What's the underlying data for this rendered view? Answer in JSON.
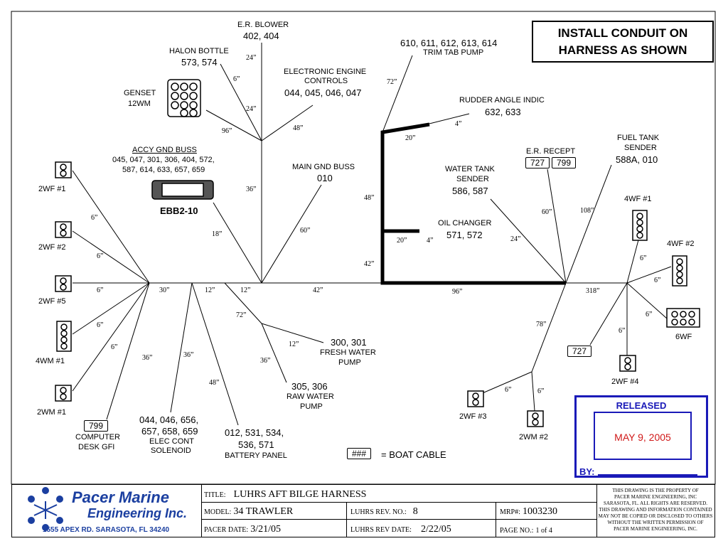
{
  "note": [
    "INSTALL CONDUIT ON",
    "HARNESS AS SHOWN"
  ],
  "labels": {
    "er_blower": {
      "name": "E.R. BLOWER",
      "pins": "402, 404"
    },
    "halon": {
      "name": "HALON BOTTLE",
      "pins": "573, 574"
    },
    "genset": {
      "name": "GENSET",
      "pins": "12WM"
    },
    "eec": {
      "name1": "ELECTRONIC ENGINE",
      "name2": "CONTROLS",
      "pins": "044, 045, 046, 047"
    },
    "trim": {
      "pins": "610, 611, 612, 613, 614",
      "name": "TRIM TAB PUMP"
    },
    "rudder": {
      "name": "RUDDER ANGLE INDIC",
      "pins": "632, 633"
    },
    "fuel": {
      "name1": "FUEL TANK",
      "name2": "SENDER",
      "pins": "588A, 010"
    },
    "er_recept": {
      "name": "E.R. RECEPT",
      "box1": "727",
      "box2": "799"
    },
    "water": {
      "name1": "WATER TANK",
      "name2": "SENDER",
      "pins": "586, 587"
    },
    "oil": {
      "name": "OIL CHANGER",
      "pins": "571, 572"
    },
    "accy": {
      "name": "ACCY GND BUSS",
      "line1": "045, 047, 301, 306, 404, 572,",
      "line2": "587, 614, 633, 657, 659",
      "part": "EBB2-10"
    },
    "main_gnd": {
      "name": "MAIN GND BUSS",
      "pins": "010"
    },
    "fresh": {
      "pins": "300, 301",
      "name1": "FRESH WATER",
      "name2": "PUMP"
    },
    "raw": {
      "pins": "305, 306",
      "name1": "RAW WATER",
      "name2": "PUMP"
    },
    "battery": {
      "line1": "012, 531, 534,",
      "line2": "536, 571",
      "name": "BATTERY PANEL"
    },
    "elec_cont": {
      "line1": "044, 046, 656,",
      "line2": "657, 658, 659",
      "name1": "ELEC CONT",
      "name2": "SOLENOID"
    },
    "computer": {
      "box": "799",
      "name1": "COMPUTER",
      "name2": "DESK GFI"
    },
    "boat_cable": {
      "box": "###",
      "text": "= BOAT CABLE"
    },
    "connectors": {
      "c2wf1": "2WF #1",
      "c2wf2": "2WF #2",
      "c2wf5": "2WF #5",
      "c4wm1": "4WM #1",
      "c2wm1": "2WM #1",
      "c4wf1": "4WF #1",
      "c4wf2": "4WF #2",
      "c6wf": "6WF",
      "c2wf4": "2WF #4",
      "c2wf3": "2WF #3",
      "c2wm2": "2WM #2",
      "c727": "727"
    }
  },
  "lengths": {
    "l24a": "24”",
    "l6a": "6”",
    "l24b": "24”",
    "l96": "96”",
    "l48a": "48”",
    "l36a": "36”",
    "l60a": "60”",
    "l18": "18”",
    "l72a": "72”",
    "l20a": "20”",
    "l4a": "4”",
    "l48b": "48”",
    "l20b": "20”",
    "l4b": "4”",
    "l42a": "42”",
    "l60b": "60”",
    "l108": "108”",
    "l24c": "24”",
    "l6b": "6”",
    "l6c": "6”",
    "l6d": "6”",
    "l6e": "6”",
    "l6f": "6”",
    "l30": "30”",
    "l12a": "12”",
    "l12b": "12”",
    "l42b": "42”",
    "l96b": "96”",
    "l318": "318”",
    "l72b": "72”",
    "l12c": "12”",
    "l36b": "36”",
    "l36c": "36”",
    "l36d": "36”",
    "l48c": "48”",
    "l78": "78”",
    "l6g": "6”",
    "l6h": "6”",
    "l6i": "6”",
    "l6j": "6”",
    "l6k": "6”",
    "l6l": "6”"
  },
  "released": {
    "header": "RELEASED",
    "date": "MAY 9, 2005",
    "by": "BY:"
  },
  "title_block": {
    "company1": "Pacer Marine",
    "company2": "Engineering Inc.",
    "address": "1555 APEX RD.  SARASOTA, FL  34240",
    "title_label": "TITLE:",
    "title": "LUHRS AFT BILGE HARNESS",
    "model_label": "MODEL:",
    "model": "34 TRAWLER",
    "rev_label": "LUHRS REV. NO.:",
    "rev": "8",
    "mrp_label": "MRP#:",
    "mrp": "1003230",
    "pdate_label": "PACER DATE:",
    "pdate": "3/21/05",
    "rdate_label": "LUHRS REV DATE:",
    "rdate": "2/22/05",
    "page_label": "PAGE NO.:",
    "page": "1 of 4",
    "property": [
      "THIS DRAWING IS THE PROPERTY OF",
      "PACER MARINE ENGINEERING, INC",
      "SARASOTA, FL.   ALL RIGHTS ARE RESERVED.",
      "THIS DRAWING AND INFORMATION CONTAINED",
      "MAY NOT BE COPIED OR DISCLOSED TO OTHERS",
      "WITHOUT THE WRITTEN PERMISSION OF",
      "PACER MARINE ENGINEERING, INC."
    ]
  },
  "colors": {
    "stamp": "#1a1ab8",
    "date": "#d01818",
    "brand": "#1b3fa0"
  }
}
